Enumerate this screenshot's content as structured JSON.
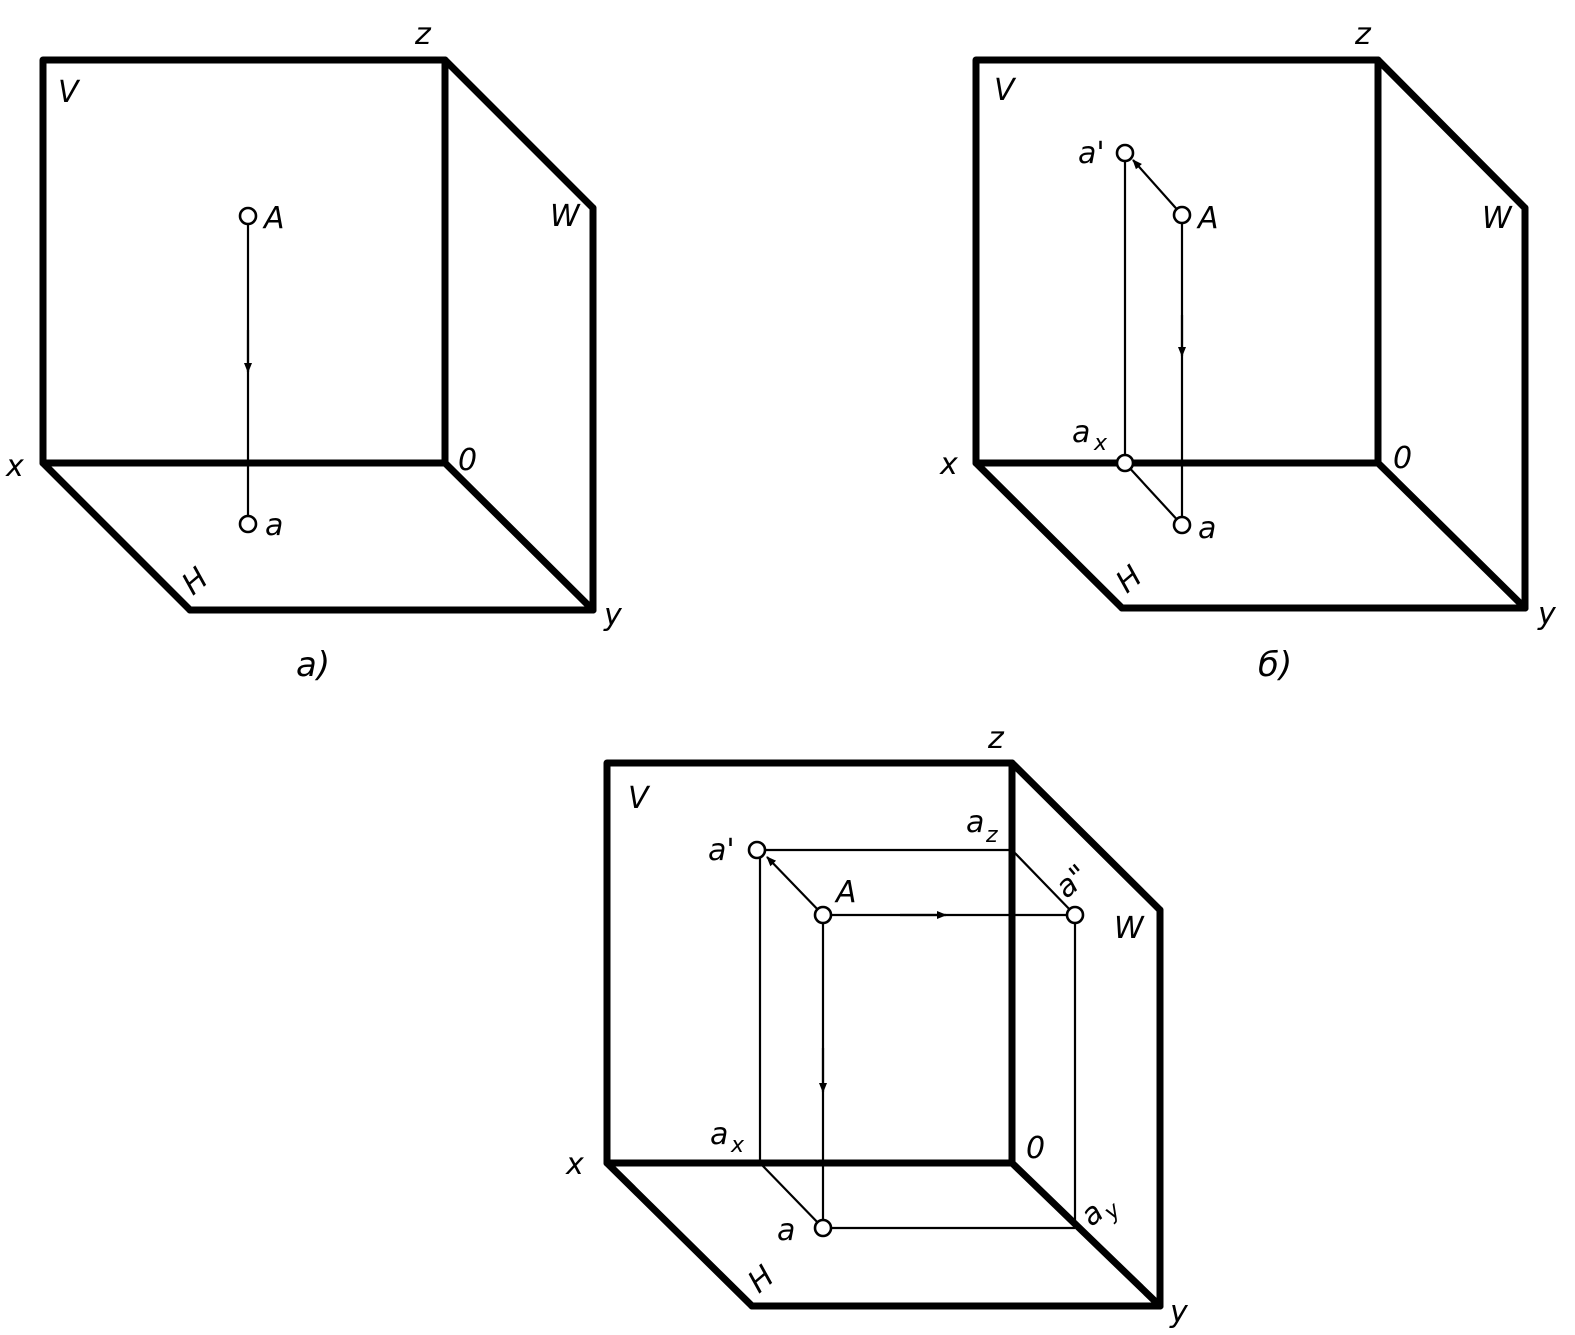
{
  "diagrams": [
    {
      "caption": "a)",
      "labels": {
        "z": "z",
        "x": "x",
        "y": "y",
        "o": "0",
        "v": "V",
        "w": "W",
        "h": "H",
        "A": "A",
        "a": "a"
      }
    },
    {
      "caption": "б)",
      "labels": {
        "z": "z",
        "x": "x",
        "y": "y",
        "o": "0",
        "v": "V",
        "w": "W",
        "h": "H",
        "A": "A",
        "a": "a",
        "a1": "a'",
        "ax": "a",
        "ax_sub": "x"
      }
    },
    {
      "caption": "",
      "labels": {
        "z": "z",
        "x": "x",
        "y": "y",
        "o": "0",
        "v": "V",
        "w": "W",
        "h": "H",
        "A": "A",
        "a": "a",
        "a1": "a'",
        "a2": "a\"",
        "ax": "a",
        "ax_sub": "x",
        "az": "a",
        "az_sub": "z",
        "ay": "a",
        "ay_sub": "y"
      }
    }
  ]
}
